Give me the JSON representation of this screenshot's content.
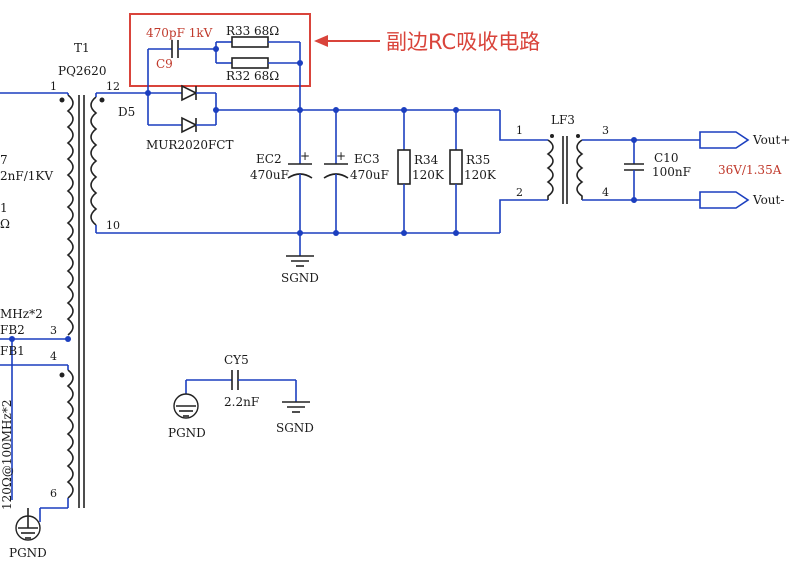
{
  "annotation": {
    "text": "副边RC吸收电路",
    "color": "#d9443b"
  },
  "colors": {
    "wire": "#1c3fbf",
    "component": "#222222",
    "highlight": "#d9443b"
  },
  "transformer": {
    "ref": "T1",
    "model": "PQ2620",
    "pins": [
      "1",
      "12",
      "10",
      "3",
      "4",
      "6"
    ]
  },
  "left_cut_labels": [
    "7",
    "2nF/1KV",
    "1",
    "Ω",
    "MHz*2",
    "FB2",
    "FB1",
    "120Ω@100MHz*2"
  ],
  "snubber": {
    "cap_ref": "C9",
    "cap_value": "470pF 1kV",
    "r1_ref": "R33",
    "r1_value": "68Ω",
    "r2_ref": "R32",
    "r2_value": "68Ω"
  },
  "diode": {
    "ref": "D5",
    "model": "MUR2020FCT"
  },
  "caps": [
    {
      "ref": "EC2",
      "value": "470uF"
    },
    {
      "ref": "EC3",
      "value": "470uF"
    }
  ],
  "resistors": [
    {
      "ref": "R34",
      "value": "120K"
    },
    {
      "ref": "R35",
      "value": "120K"
    }
  ],
  "filter": {
    "ref": "LF3",
    "pins": [
      "1",
      "2",
      "3",
      "4"
    ]
  },
  "c10": {
    "ref": "C10",
    "value": "100nF"
  },
  "outputs": {
    "pos": "Vout+",
    "neg": "Vout-",
    "rating": "36V/1.35A"
  },
  "grounds": {
    "sgnd": "SGND",
    "pgnd": "PGND"
  },
  "cy5": {
    "ref": "CY5",
    "value": "2.2nF"
  }
}
